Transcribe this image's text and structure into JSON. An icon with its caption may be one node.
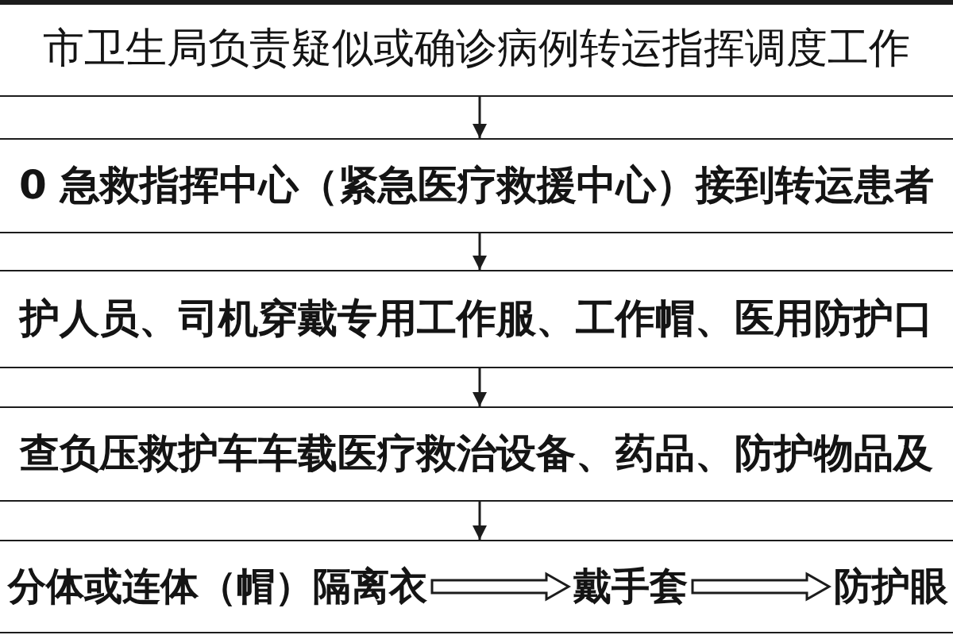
{
  "diagram": {
    "nodes": [
      {
        "text": [
          "市卫生局负责疑似或确诊病例转运指挥调度工作"
        ]
      },
      {
        "text": [
          "0 急救指挥中心（紧急医疗救援中心）接到转运患者"
        ]
      },
      {
        "text": [
          "护人员、司机穿戴专用工作服、工作帽、医用防护口"
        ]
      },
      {
        "text": [
          "查负压救护车车载医疗救治设备、药品、防护物品及"
        ]
      },
      {
        "text": [],
        "shape": "box"
      },
      {
        "text": [
          "分体或连体（帽）隔离衣"
        ],
        "in": 4
      },
      {
        "text": [
          "戴手套"
        ],
        "in": 4
      },
      {
        "text": [
          "防护眼"
        ],
        "in": 4
      }
    ],
    "edges": [
      {
        "from": 0,
        "to": 1,
        "arrow": "to"
      },
      {
        "from": 1,
        "to": 2,
        "arrow": "to"
      },
      {
        "from": 2,
        "to": 3,
        "arrow": "to"
      },
      {
        "from": 3,
        "to": 4,
        "arrow": "to"
      },
      {
        "from": 5,
        "to": 6,
        "arrow": "to"
      },
      {
        "from": 6,
        "to": 7,
        "arrow": "to"
      }
    ]
  }
}
